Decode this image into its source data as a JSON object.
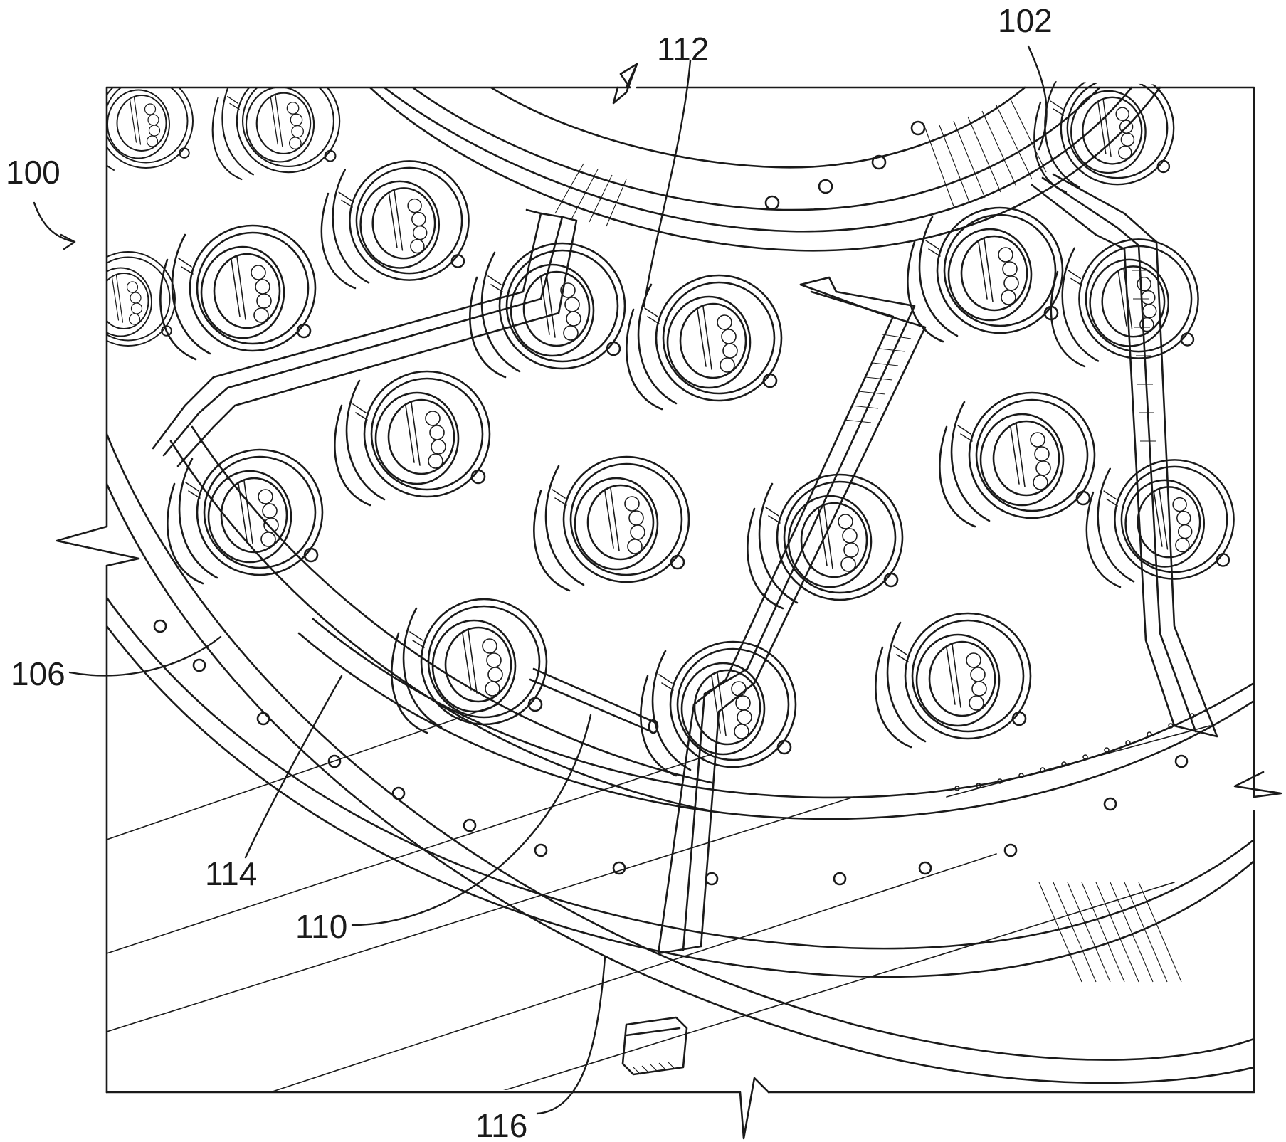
{
  "figure": {
    "reference_numerals": {
      "assembly": "100",
      "center_body": "102",
      "outer_ring": "106",
      "inner_ring": "110",
      "tube_upper": "112",
      "tube_side": "114",
      "bracket": "116"
    },
    "colors": {
      "ink": "#1a1a1a",
      "background": "#ffffff"
    }
  }
}
